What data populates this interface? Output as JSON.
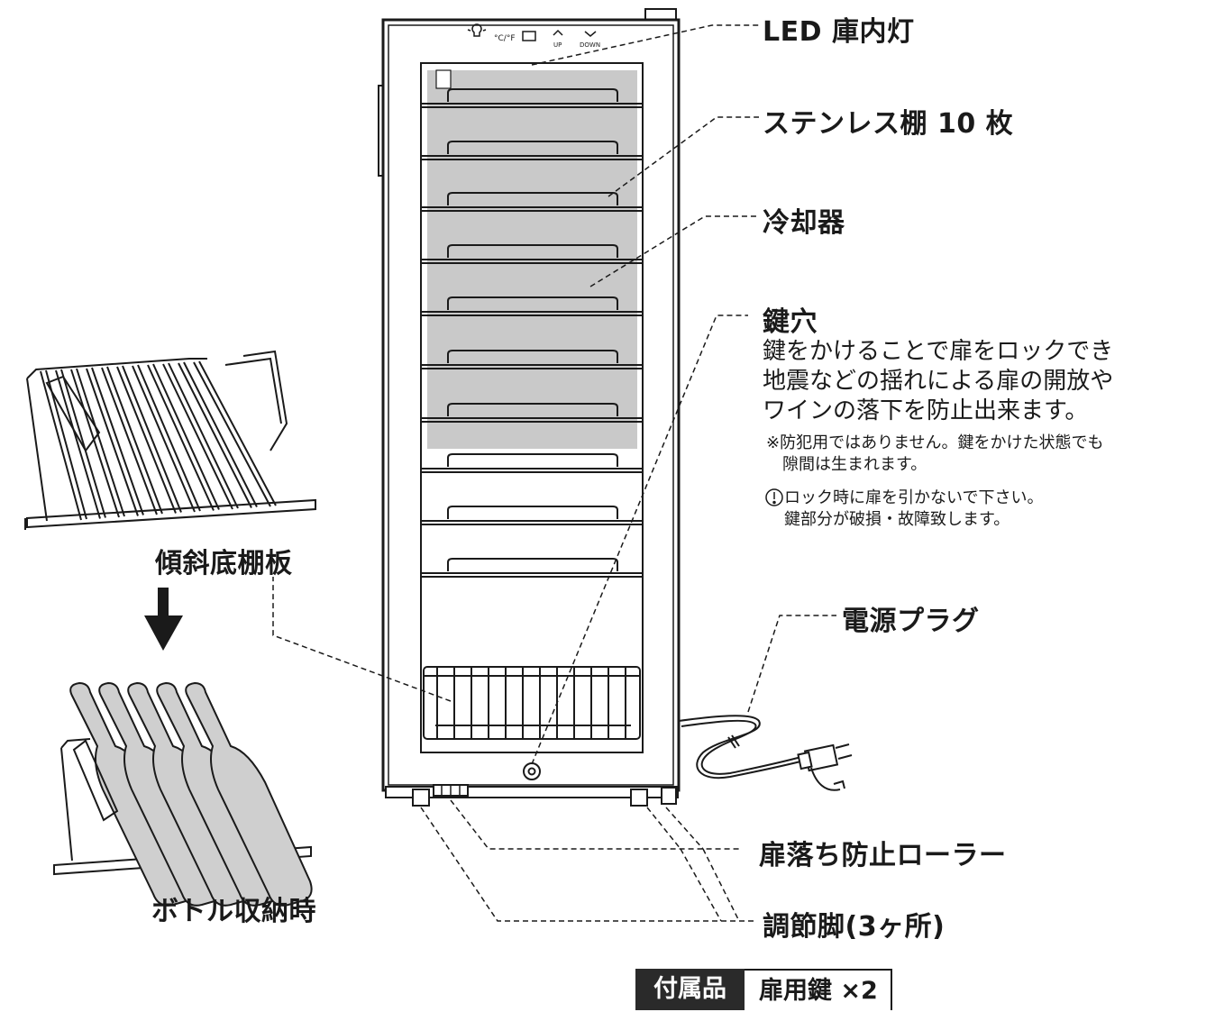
{
  "panel_icons": {
    "up": "UP",
    "down": "DOWN",
    "temp_unit": "°C/°F",
    "light_icon": "bulb-icon",
    "display_icon": "rectangle-icon"
  },
  "callouts": {
    "led": "LED 庫内灯",
    "shelves": "ステンレス棚 10 枚",
    "cooler": "冷却器",
    "keyhole": "鍵穴",
    "plug": "電源プラグ",
    "roller": "扉落ち防止ローラー",
    "legs": "調節脚(3ヶ所)"
  },
  "keyhole_description": {
    "line1": "鍵をかけることで扉をロックでき",
    "line2": "地震などの揺れによる扉の開放や",
    "line3": "ワインの落下を防止出来ます。",
    "note1_line1": "※防犯用ではありません。鍵をかけた状態でも",
    "note1_line2": "隙間は生まれます。",
    "note2_line1": "ロック時に扉を引かないで下さい。",
    "note2_line2": "鍵部分が破損・故障致します。"
  },
  "left_panel": {
    "tilted_shelf": "傾斜底棚板",
    "bottle_storage": "ボトル収納時",
    "arrow_icon": "down-arrow-icon"
  },
  "accessories": {
    "label": "付属品",
    "item": "扉用鍵 ×2"
  }
}
